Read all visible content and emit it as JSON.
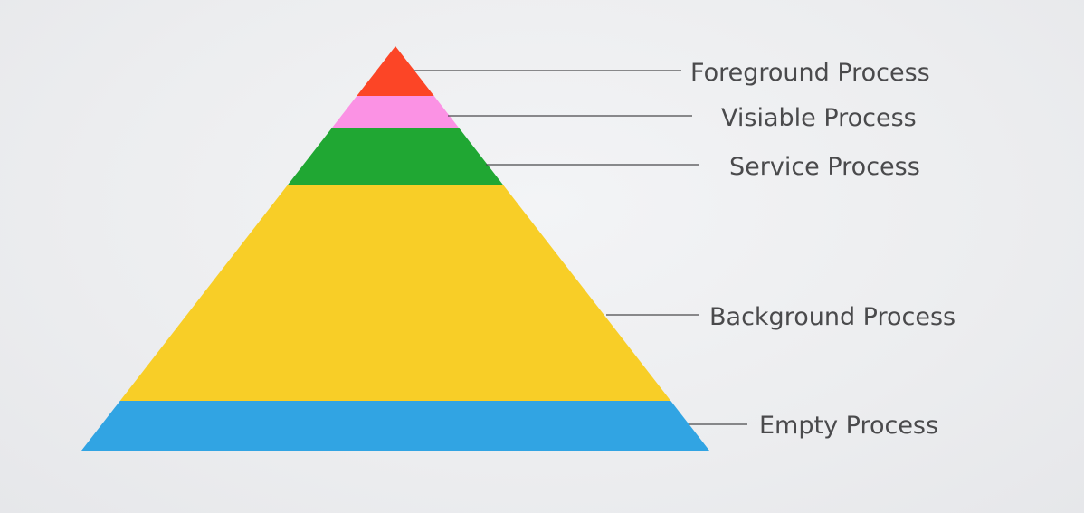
{
  "diagram": {
    "type": "pyramid",
    "layers": [
      {
        "label": "Foreground Process",
        "color": "#fc4526"
      },
      {
        "label": "Visiable Process",
        "color": "#fb92e4"
      },
      {
        "label": "Service Process",
        "color": "#20a733"
      },
      {
        "label": "Background Process",
        "color": "#f8ce27"
      },
      {
        "label": "Empty Process",
        "color": "#31a4e3"
      }
    ]
  }
}
